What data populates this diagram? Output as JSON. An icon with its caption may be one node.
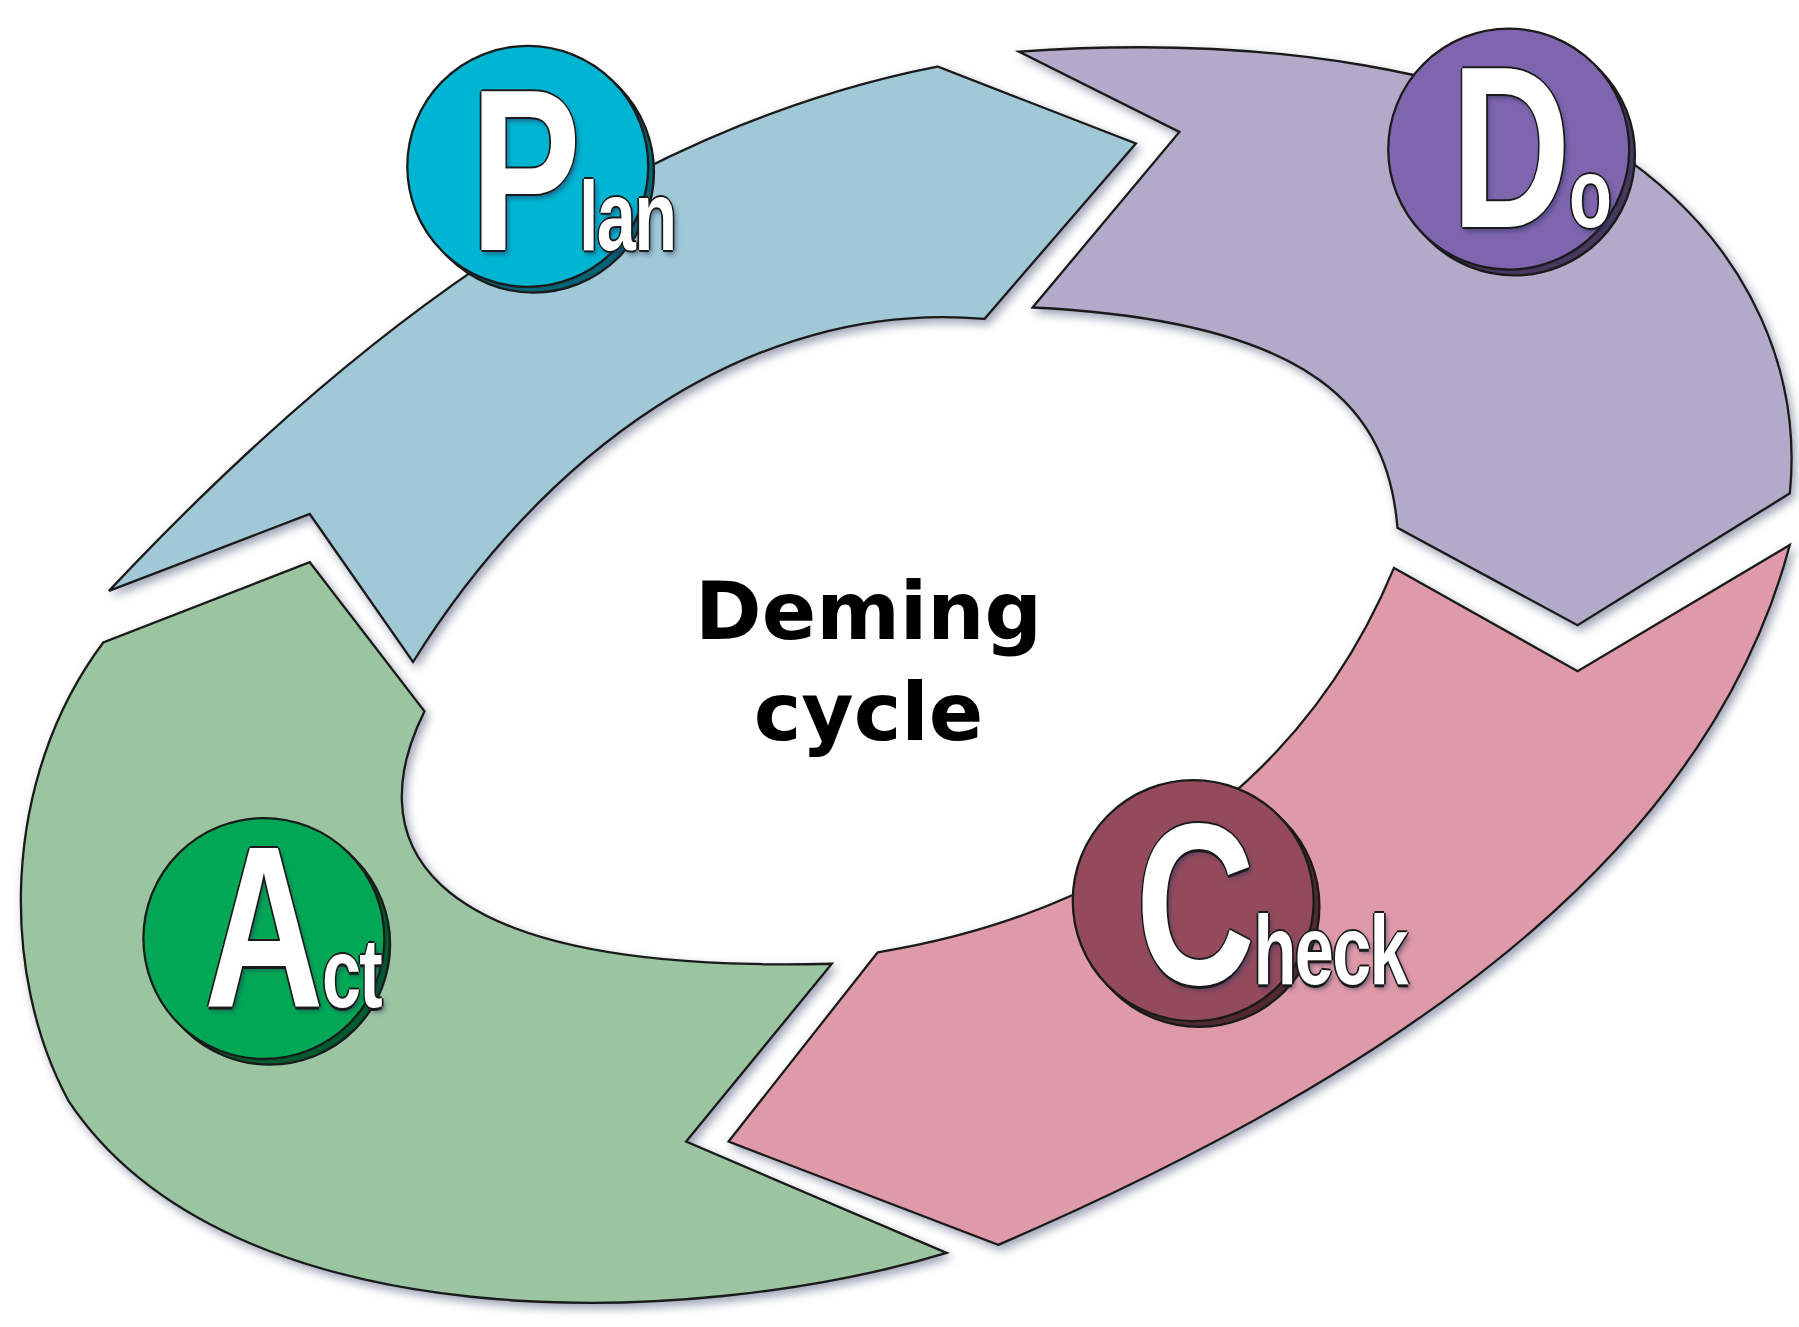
{
  "diagram": {
    "title": "Deming cycle",
    "nodes": [
      {
        "text": [
          "Plan"
        ]
      },
      {
        "text": [
          "Do"
        ]
      },
      {
        "text": [
          "Check"
        ]
      },
      {
        "text": [
          "Act"
        ]
      }
    ],
    "edges": []
  }
}
